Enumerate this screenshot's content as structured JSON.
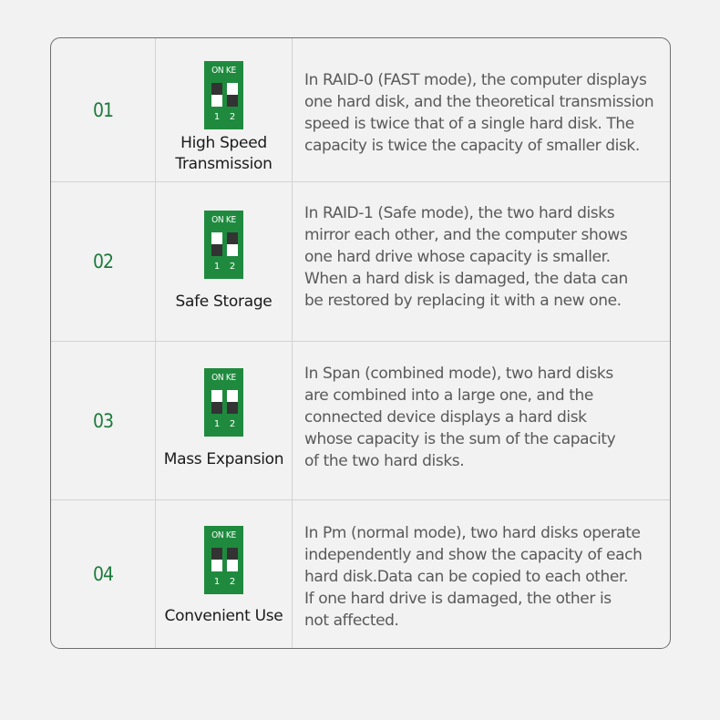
{
  "dip_labels": {
    "header": "ON KE",
    "pin1": "1",
    "pin2": "2"
  },
  "colors": {
    "accent_green": "#1d7a3c",
    "switch_green": "#1f8a3e",
    "border": "#6e6e6e",
    "text_dark": "#1a1a1a",
    "text_gray": "#595959",
    "background": "#f2f2f2"
  },
  "modes": [
    {
      "number": "01",
      "icon": "dip-switch-icon",
      "switch_positions": [
        "off",
        "on"
      ],
      "caption_lines": [
        "High Speed",
        "Transmission"
      ],
      "description_lines": [
        "In RAID-0 (FAST mode), the computer displays",
        "one hard disk, and the theoretical transmission",
        "speed is twice that of a single hard disk. The",
        "capacity is twice the capacity of smaller disk."
      ]
    },
    {
      "number": "02",
      "icon": "dip-switch-icon",
      "switch_positions": [
        "on",
        "off"
      ],
      "caption_lines": [
        "Safe Storage"
      ],
      "description_lines": [
        "In RAID-1 (Safe mode), the two hard disks",
        "mirror each other, and the computer shows",
        "one hard drive whose capacity is smaller.",
        "When a hard disk is damaged, the data can",
        "be restored by replacing it with a new one."
      ]
    },
    {
      "number": "03",
      "icon": "dip-switch-icon",
      "switch_positions": [
        "on",
        "on"
      ],
      "caption_lines": [
        "Mass Expansion"
      ],
      "description_lines": [
        "In Span (combined mode), two hard disks",
        "are combined into a large one, and the",
        "connected device displays a hard disk",
        "whose capacity is the sum of the capacity",
        "of the two hard disks."
      ]
    },
    {
      "number": "04",
      "icon": "dip-switch-icon",
      "switch_positions": [
        "off",
        "off"
      ],
      "caption_lines": [
        "Convenient Use"
      ],
      "description_lines": [
        "In Pm (normal mode), two hard disks operate",
        "independently and show the capacity of each",
        "hard disk.Data can be copied to each other.",
        "If one hard drive is damaged, the other is",
        "not affected."
      ]
    }
  ]
}
